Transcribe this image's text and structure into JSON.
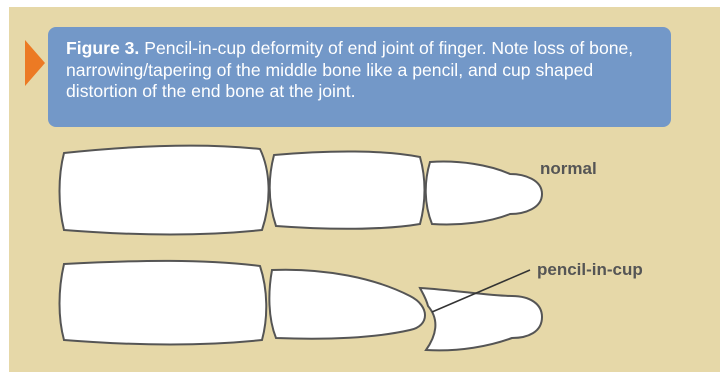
{
  "caption": {
    "heading": "Figure 3.",
    "text": " Pencil-in-cup deformity of end joint of finger.  Note loss of bone, narrowing/tapering of the middle bone like a pencil, and cup shaped distortion of the end bone at the joint."
  },
  "labels": {
    "normal": "normal",
    "pencil_in_cup": "pencil-in-cup"
  },
  "colors": {
    "background": "#e6d8a8",
    "caption_box": "#7398c8",
    "arrow": "#ec7a24",
    "outline": "#555555"
  }
}
